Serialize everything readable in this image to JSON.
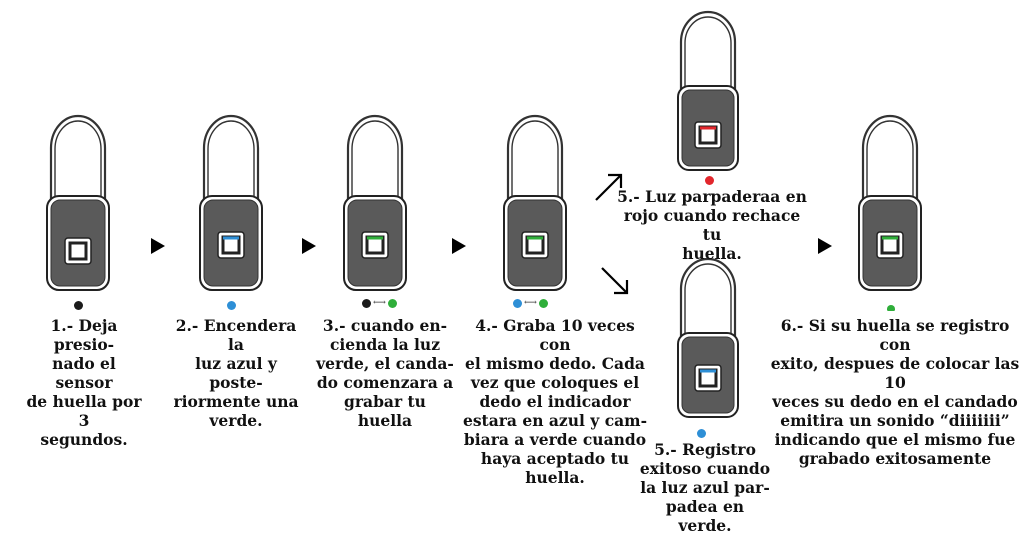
{
  "colors": {
    "indicator_blue": "#2e8fd6",
    "indicator_green": "#2fae3a",
    "indicator_red": "#e2262c",
    "indicator_off": "#1b1b1b",
    "arrow": "#000000"
  },
  "icons": {
    "arrow_right": "triangle-arrow-right-icon",
    "arrow_up": "arrow-up-right-icon",
    "arrow_down": "arrow-down-right-icon"
  },
  "steps": [
    {
      "id": "step1",
      "text": "1.- Deja presio-\nnado el sensor\nde huella por 3\nsegundos.",
      "indicator": "off"
    },
    {
      "id": "step2",
      "text": "2.- Encendera la\nluz azul y poste-\nriormente una\nverde.",
      "indicator": "blue"
    },
    {
      "id": "step3",
      "text": "3.- cuando en-\ncienda la luz\nverde, el canda-\ndo comenzara  a\ngrabar tu huella",
      "indicator": "off-to-green"
    },
    {
      "id": "step4",
      "text": "4.- Graba 10 veces con\nel mismo dedo. Cada\nvez que coloques el\ndedo el indicador\nestara en azul y cam-\nbiara a verde cuando\nhaya aceptado tu\nhuella.",
      "indicator": "blue-to-green"
    },
    {
      "id": "step5a",
      "text": "5.- Luz parpaderaa en\nrojo cuando rechace tu\nhuella.",
      "indicator": "red"
    },
    {
      "id": "step5b",
      "text": "5.- Registro\nexitoso cuando\nla luz azul par-\npadea en\nverde.",
      "indicator": "blue"
    },
    {
      "id": "step6",
      "text": "6.- Si su huella se registro con\nexito, despues de colocar las 10\nveces su dedo en el candado\nemitira un sonido “diiiiiii”\nindicando que el mismo fue\ngrabado exitosamente",
      "indicator": "green"
    }
  ],
  "transition_symbol": "⟷"
}
